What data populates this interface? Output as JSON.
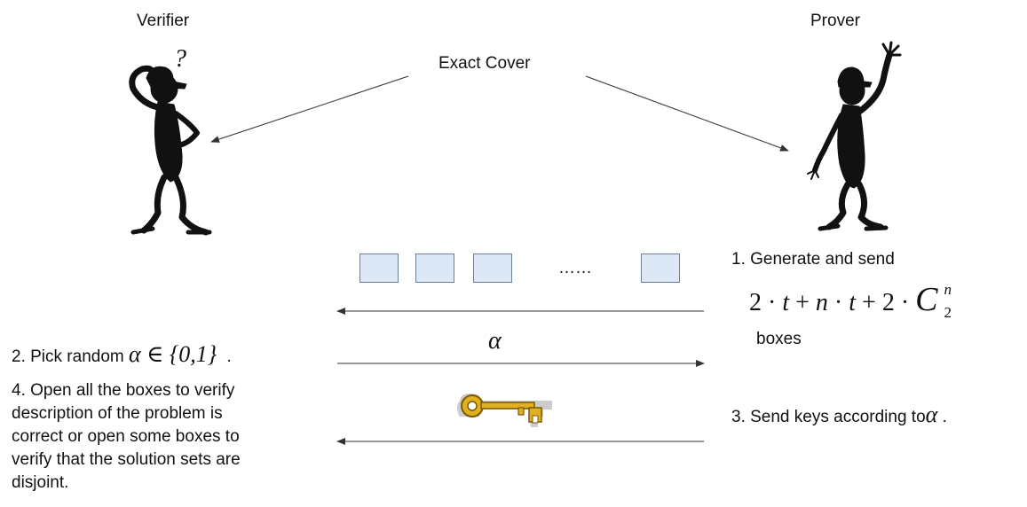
{
  "labels": {
    "verifier": "Verifier",
    "prover": "Prover",
    "problem": "Exact Cover",
    "question_mark": "?",
    "dots": "……",
    "alpha": "α"
  },
  "steps": {
    "step1_line1": "1. Generate and send",
    "step1_formula": {
      "two_a": "2",
      "cdot1": "·",
      "t1": "t",
      "plus1": "+",
      "n1": "n",
      "cdot2": "·",
      "t2": "t",
      "plus2": "+",
      "two_b": "2",
      "cdot3": "·",
      "C": "C",
      "sup": "n",
      "sub": "2"
    },
    "step1_line3": "boxes",
    "step2_prefix": "2. Pick random",
    "step2_math": "α ∈ {0,1}",
    "step2_suffix": ".",
    "step3_prefix": "3. Send keys according to",
    "step3_alpha": "α",
    "step3_suffix": ".",
    "step4_lines": [
      "4. Open all the boxes to verify",
      "description of the problem is",
      "correct or open some boxes to",
      "verify that the solution sets are",
      "disjoint."
    ]
  },
  "boxes_count": 4,
  "colors": {
    "box_fill": "#dce8f6",
    "box_border": "#6a7f99",
    "arrow": "#333333",
    "key_gold": "#e0b020",
    "figure": "#111111"
  }
}
